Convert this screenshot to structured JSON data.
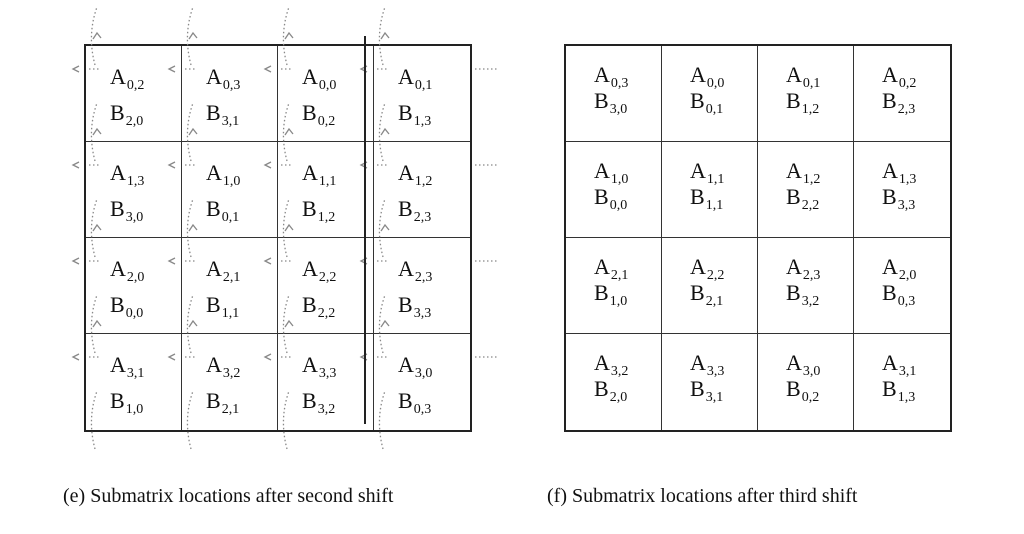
{
  "panel_e": {
    "caption": "(e)  Submatrix locations after second shift",
    "cells": [
      [
        {
          "a": "0,2",
          "b": "2,0"
        },
        {
          "a": "0,3",
          "b": "3,1"
        },
        {
          "a": "0,0",
          "b": "0,2"
        },
        {
          "a": "0,1",
          "b": "1,3"
        }
      ],
      [
        {
          "a": "1,3",
          "b": "3,0"
        },
        {
          "a": "1,0",
          "b": "0,1"
        },
        {
          "a": "1,1",
          "b": "1,2"
        },
        {
          "a": "1,2",
          "b": "2,3"
        }
      ],
      [
        {
          "a": "2,0",
          "b": "0,0"
        },
        {
          "a": "2,1",
          "b": "1,1"
        },
        {
          "a": "2,2",
          "b": "2,2"
        },
        {
          "a": "2,3",
          "b": "3,3"
        }
      ],
      [
        {
          "a": "3,1",
          "b": "1,0"
        },
        {
          "a": "3,2",
          "b": "2,1"
        },
        {
          "a": "3,3",
          "b": "3,2"
        },
        {
          "a": "3,0",
          "b": "0,3"
        }
      ]
    ]
  },
  "panel_f": {
    "caption": "(f)  Submatrix locations after third shift",
    "cells": [
      [
        {
          "a": "0,3",
          "b": "3,0"
        },
        {
          "a": "0,0",
          "b": "0,1"
        },
        {
          "a": "0,1",
          "b": "1,2"
        },
        {
          "a": "0,2",
          "b": "2,3"
        }
      ],
      [
        {
          "a": "1,0",
          "b": "0,0"
        },
        {
          "a": "1,1",
          "b": "1,1"
        },
        {
          "a": "1,2",
          "b": "2,2"
        },
        {
          "a": "1,3",
          "b": "3,3"
        }
      ],
      [
        {
          "a": "2,1",
          "b": "1,0"
        },
        {
          "a": "2,2",
          "b": "2,1"
        },
        {
          "a": "2,3",
          "b": "3,2"
        },
        {
          "a": "2,0",
          "b": "0,3"
        }
      ],
      [
        {
          "a": "3,2",
          "b": "2,0"
        },
        {
          "a": "3,3",
          "b": "3,1"
        },
        {
          "a": "3,0",
          "b": "0,2"
        },
        {
          "a": "3,1",
          "b": "1,3"
        }
      ]
    ]
  },
  "letters": {
    "a": "A",
    "b": "B"
  },
  "colors": {
    "grid_line": "#222222",
    "arrow": "#888888"
  }
}
